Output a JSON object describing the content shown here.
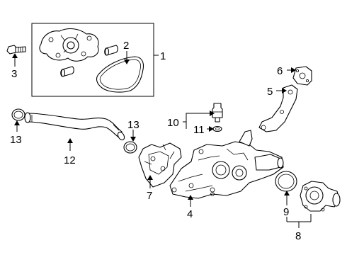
{
  "callouts": {
    "c1": "1",
    "c2": "2",
    "c3": "3",
    "c4": "4",
    "c5": "5",
    "c6": "6",
    "c7": "7",
    "c8": "8",
    "c9": "9",
    "c10": "10",
    "c11": "11",
    "c12": "12",
    "c13_left": "13",
    "c13_right": "13"
  }
}
